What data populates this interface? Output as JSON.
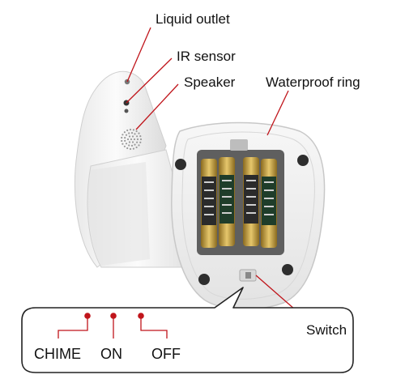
{
  "callouts": {
    "liquid_outlet": "Liquid outlet",
    "ir_sensor": "IR sensor",
    "speaker": "Speaker",
    "waterproof_ring": "Waterproof ring",
    "switch": "Switch"
  },
  "switch_modes": [
    "CHIME",
    "ON",
    "OFF"
  ],
  "colors": {
    "leader_line": "#c0151b",
    "label_text": "#111111",
    "device_body": "#f2f2f2",
    "battery_gold": "#c9a24a",
    "battery_dark": "#2b2b2b"
  }
}
